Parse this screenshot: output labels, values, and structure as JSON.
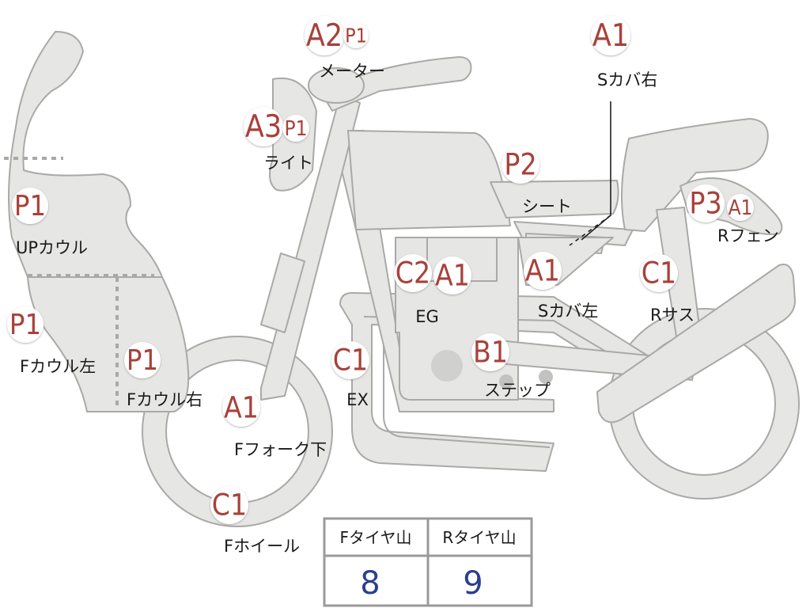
{
  "parts": [
    {
      "id": "up-cowl",
      "label": "UPカウル",
      "grades": [
        "P1"
      ]
    },
    {
      "id": "f-cowl-left",
      "label": "Fカウル左",
      "grades": [
        "P1"
      ]
    },
    {
      "id": "f-cowl-right",
      "label": "Fカウル右",
      "grades": [
        "P1"
      ]
    },
    {
      "id": "meter",
      "label": "メーター",
      "grades": [
        "A2",
        "P1"
      ]
    },
    {
      "id": "light",
      "label": "ライト",
      "grades": [
        "A3",
        "P1"
      ]
    },
    {
      "id": "f-fork-lower",
      "label": "Fフォーク下",
      "grades": [
        "A1"
      ]
    },
    {
      "id": "f-wheel",
      "label": "Fホイール",
      "grades": [
        "C1"
      ]
    },
    {
      "id": "ex",
      "label": "EX",
      "grades": [
        "C1"
      ]
    },
    {
      "id": "eg",
      "label": "EG",
      "grades": [
        "C2",
        "A1"
      ]
    },
    {
      "id": "step",
      "label": "ステップ",
      "grades": [
        "B1"
      ]
    },
    {
      "id": "seat",
      "label": "シート",
      "grades": [
        "P2"
      ]
    },
    {
      "id": "s-cover-right",
      "label": "Sカバ右",
      "grades": [
        "A1"
      ]
    },
    {
      "id": "s-cover-left",
      "label": "Sカバ左",
      "grades": [
        "A1"
      ]
    },
    {
      "id": "r-fender",
      "label": "Rフェン",
      "grades": [
        "P3",
        "A1"
      ]
    },
    {
      "id": "r-suspension",
      "label": "Rサス",
      "grades": [
        "C1"
      ]
    }
  ],
  "tire_table": {
    "front_header": "Fタイヤ山",
    "rear_header": "Rタイヤ山",
    "front_value": "8",
    "rear_value": "9"
  },
  "colors": {
    "body_fill": "#e6e6e4",
    "body_stroke": "#a9a9a7",
    "badge_text": "#a8413a",
    "value_text": "#2a3f8f"
  }
}
